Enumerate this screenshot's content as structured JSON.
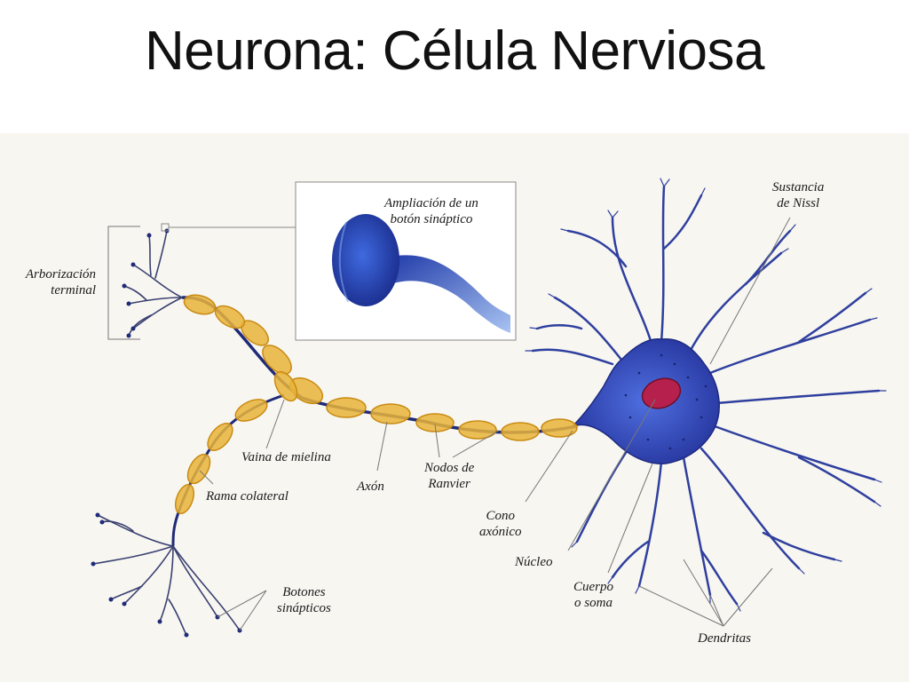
{
  "title": "Neurona: Célula Nerviosa",
  "colors": {
    "neuron_blue": "#2f3f9e",
    "myelin_yellow": "#e9b43a",
    "nucleus_red": "#b5214c"
  },
  "labels": {
    "inset": "Ampliación de un\nbotón sináptico",
    "sustancia_nissl": "Sustancia\nde Nissl",
    "arborizacion": "Arborización\nterminal",
    "vaina": "Vaina de mielina",
    "rama": "Rama colateral",
    "axon": "Axón",
    "nodos": "Nodos de\nRanvier",
    "cono": "Cono\naxónico",
    "nucleo": "Núcleo",
    "cuerpo": "Cuerpo\no soma",
    "botones": "Botones\nsinápticos",
    "dendritas": "Dendritas"
  }
}
